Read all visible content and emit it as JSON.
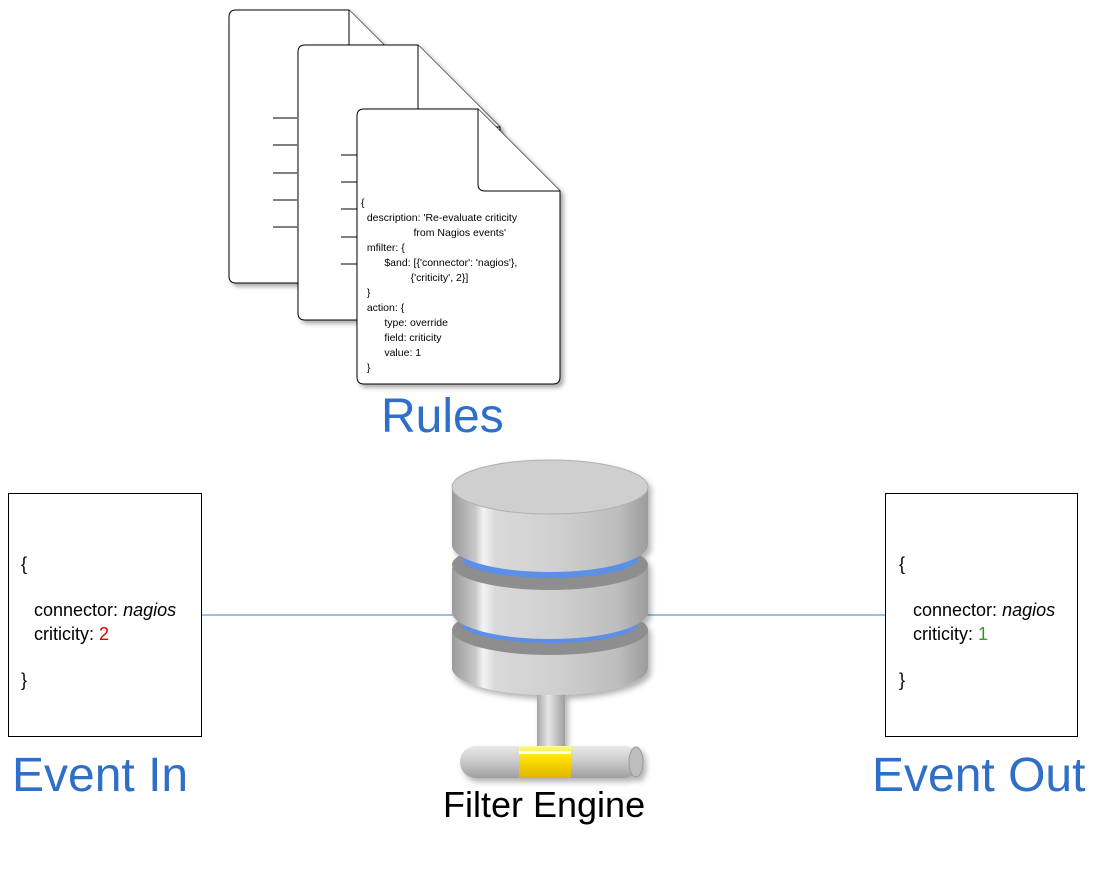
{
  "labels": {
    "rules": "Rules",
    "event_in": "Event In",
    "event_out": "Event Out",
    "filter_engine": "Filter Engine"
  },
  "rule_document": {
    "lines": [
      "{",
      "  description: 'Re-evaluate criticity",
      "                  from Nagios events'",
      "  mfilter: {",
      "        $and: [{'connector': 'nagios'},",
      "                 {'criticity', 2}]",
      "  }",
      "  action: {",
      "        type: override",
      "        field: criticity",
      "        value: 1",
      "  }"
    ]
  },
  "event_in": {
    "open_brace": "{",
    "connector_key": "connector: ",
    "connector_value": "nagios",
    "criticity_key": "criticity: ",
    "criticity_value": "2",
    "close_brace": "}"
  },
  "event_out": {
    "open_brace": "{",
    "connector_key": "connector: ",
    "connector_value": "nagios",
    "criticity_key": "criticity: ",
    "criticity_value": "1",
    "close_brace": "}"
  },
  "colors": {
    "label_blue": "#2f6fc8",
    "criticity_in": "#d50000",
    "criticity_out": "#2e9d1e",
    "connector_line": "#3a7fc4",
    "disk_band": "#5b8fe8",
    "pipe_band": "#ffd800"
  }
}
